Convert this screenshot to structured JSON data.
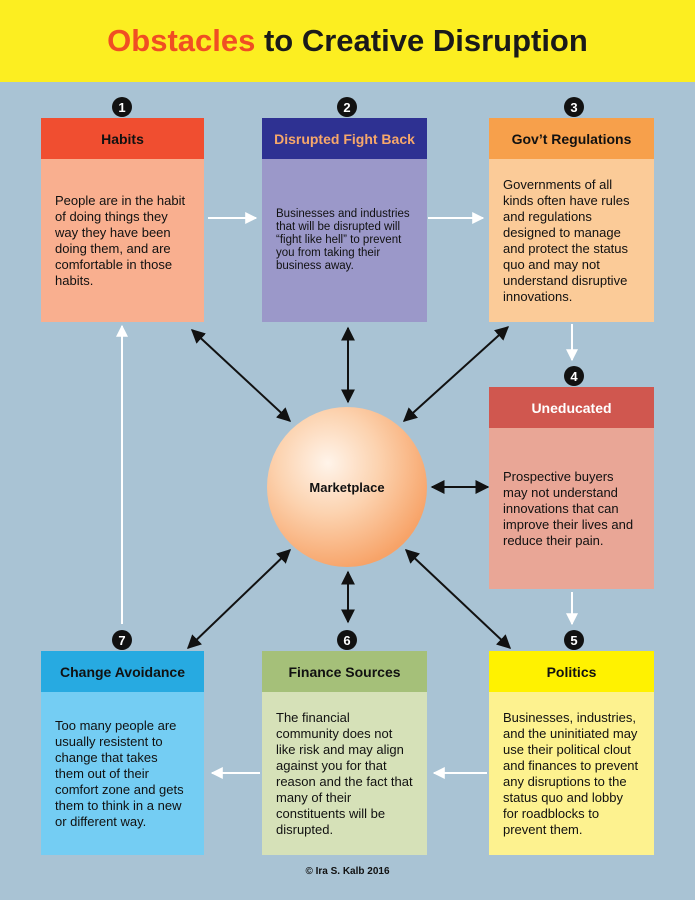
{
  "title": {
    "highlight": "Obstacles",
    "rest": " to Creative Disruption"
  },
  "colors": {
    "title_bar": "#fcee21",
    "title_highlight": "#f04e23",
    "background": "#a9c3d4"
  },
  "boxes": [
    {
      "number": "1",
      "header": "Habits",
      "body": "People are in the habit of doing things they way they have been doing them, and are comfortable in those habits.",
      "header_color": "#f04e30",
      "body_color": "#f9af8f"
    },
    {
      "number": "2",
      "header": "Disrupted Fight Back",
      "body": "Businesses and industries that will be disrupted will “fight like hell” to prevent you from taking their business away.",
      "header_color": "#2e3192",
      "header_text_color": "#f7a86a",
      "body_color": "#9b98c9"
    },
    {
      "number": "3",
      "header": "Gov’t Regulations",
      "body": "Governments of all kinds often have rules and regulations designed to manage and protect the status quo and may not understand disruptive innovations.",
      "header_color": "#f7a04b",
      "body_color": "#fbcb98"
    },
    {
      "number": "4",
      "header": "Uneducated",
      "body": "Prospective buyers may not understand innovations that can improve their lives and reduce their pain.",
      "header_color": "#d0574f",
      "header_text_color": "#ffffff",
      "body_color": "#e9a696"
    },
    {
      "number": "5",
      "header": "Politics",
      "body": "Businesses, industries, and the uninitiated may use their political clout and finances to prevent any disruptions to the status quo and lobby for roadblocks to prevent them.",
      "header_color": "#fff200",
      "body_color": "#fdf28f"
    },
    {
      "number": "6",
      "header": "Finance Sources",
      "body": "The financial community does not like risk and may align against you for that reason and the fact that many of their constituents will be disrupted.",
      "header_color": "#a5c079",
      "body_color": "#d6e1b8"
    },
    {
      "number": "7",
      "header": "Change Avoidance",
      "body": "Too many people are usually resistent to change that takes them out of their comfort zone and gets them to think in a new or different way.",
      "header_color": "#27aae1",
      "body_color": "#74cdf3"
    }
  ],
  "center": {
    "label": "Marketplace"
  },
  "credit": "© Ira S. Kalb 2016"
}
